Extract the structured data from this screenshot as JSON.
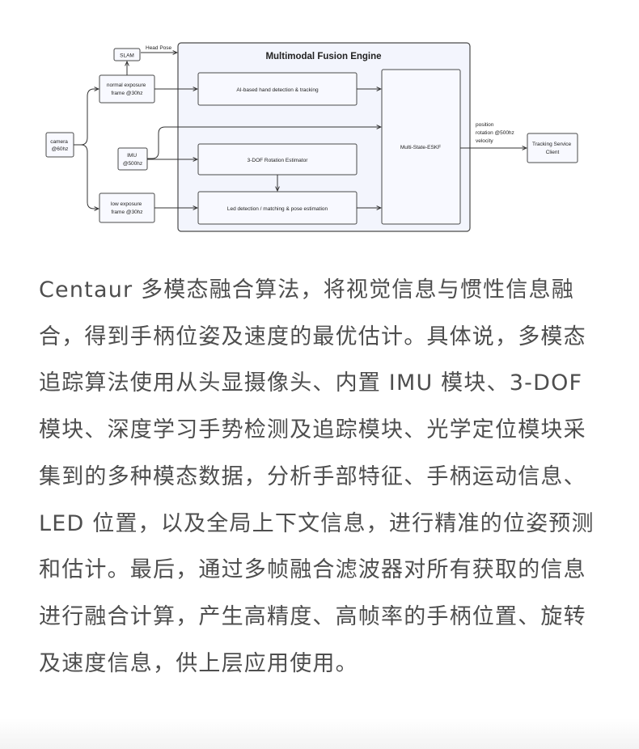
{
  "diagram": {
    "engine_title": "Multimodal Fusion Engine",
    "camera_lines": [
      "camera",
      "@60hz"
    ],
    "slam_label": "SLAM",
    "head_pose_label": "Head Pose",
    "normal_frame_lines": [
      "normal exposure",
      "frame @30hz"
    ],
    "imu_lines": [
      "IMU",
      "@500hz"
    ],
    "low_frame_lines": [
      "low exposure",
      "frame @30hz"
    ],
    "hand_detection_label": "AI-based hand detection & tracking",
    "rotation_estimator_label": "3-DOF Rotation Estimator",
    "led_detection_label": "Led detection / matching & pose estimation",
    "eskf_label": "Multi-State-ESKF",
    "output_lines": [
      "position",
      "rotation @500hz",
      "velocity"
    ],
    "client_lines": [
      "Tracking Service",
      "Client"
    ]
  },
  "article": {
    "text": "Centaur 多模态融合算法，将视觉信息与惯性信息融合，得到手柄位姿及速度的最优估计。具体说，多模态追踪算法使用从头显摄像头、内置 IMU 模块、3-DOF 模块、深度学习手势检测及追踪模块、光学定位模块采集到的多种模态数据，分析手部特征、手柄运动信息、LED 位置，以及全局上下文信息，进行精准的位姿预测和估计。最后，通过多帧融合滤波器对所有获取的信息进行融合计算，产生高精度、高帧率的手柄位置、旋转及速度信息，供上层应用使用。"
  },
  "colors": {
    "box_fill": "#f8f9ff",
    "box_stroke": "#4a4a4a",
    "engine_fill": "#f3f5fd",
    "text": "#4e4e4e"
  }
}
